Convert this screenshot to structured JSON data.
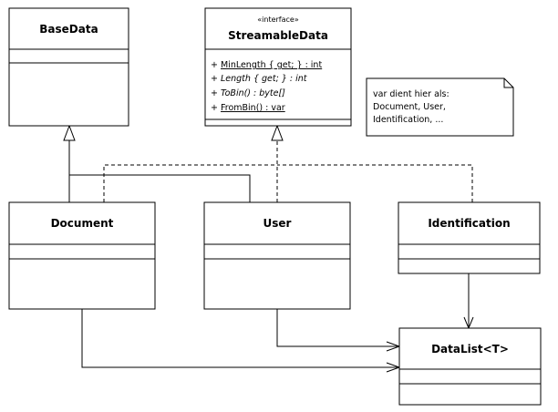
{
  "classes": {
    "base_data": {
      "name": "BaseData"
    },
    "streamable_data": {
      "stereotype": "«interface»",
      "name": "StreamableData",
      "members": [
        {
          "prefix": "+ ",
          "text": "MinLength { get; } : int"
        },
        {
          "prefix": "+ ",
          "text": "Length { get; } : int"
        },
        {
          "prefix": "+ ",
          "text": "ToBin() : byte[]"
        },
        {
          "prefix": "+ ",
          "text": "FromBin() : var"
        }
      ]
    },
    "document": {
      "name": "Document"
    },
    "user": {
      "name": "User"
    },
    "identification": {
      "name": "Identification"
    },
    "data_list": {
      "name": "DataList<T>"
    }
  },
  "note": {
    "lines": [
      "var dient hier als:",
      "Document, User,",
      "Identification, ..."
    ]
  }
}
